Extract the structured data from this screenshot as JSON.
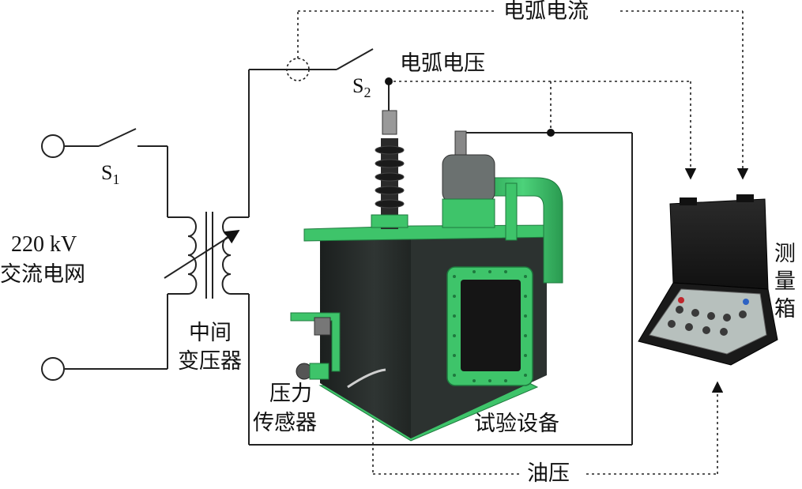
{
  "labels": {
    "arc_current": "电弧电流",
    "arc_voltage": "电弧电压",
    "s1_main": "S",
    "s1_sub": "1",
    "s2_main": "S",
    "s2_sub": "2",
    "grid_voltage": "220 kV",
    "grid_name": "交流电网",
    "transformer_line1": "中间",
    "transformer_line2": "变压器",
    "sensor_line1": "压力",
    "sensor_line2": "传感器",
    "test_equipment": "试验设备",
    "oil_pressure": "油压",
    "measure_box": [
      "测",
      "量",
      "箱"
    ]
  },
  "colors": {
    "equipment_green": "#3ec46a",
    "tank_dark": "#262b29",
    "wire": "#222222"
  }
}
